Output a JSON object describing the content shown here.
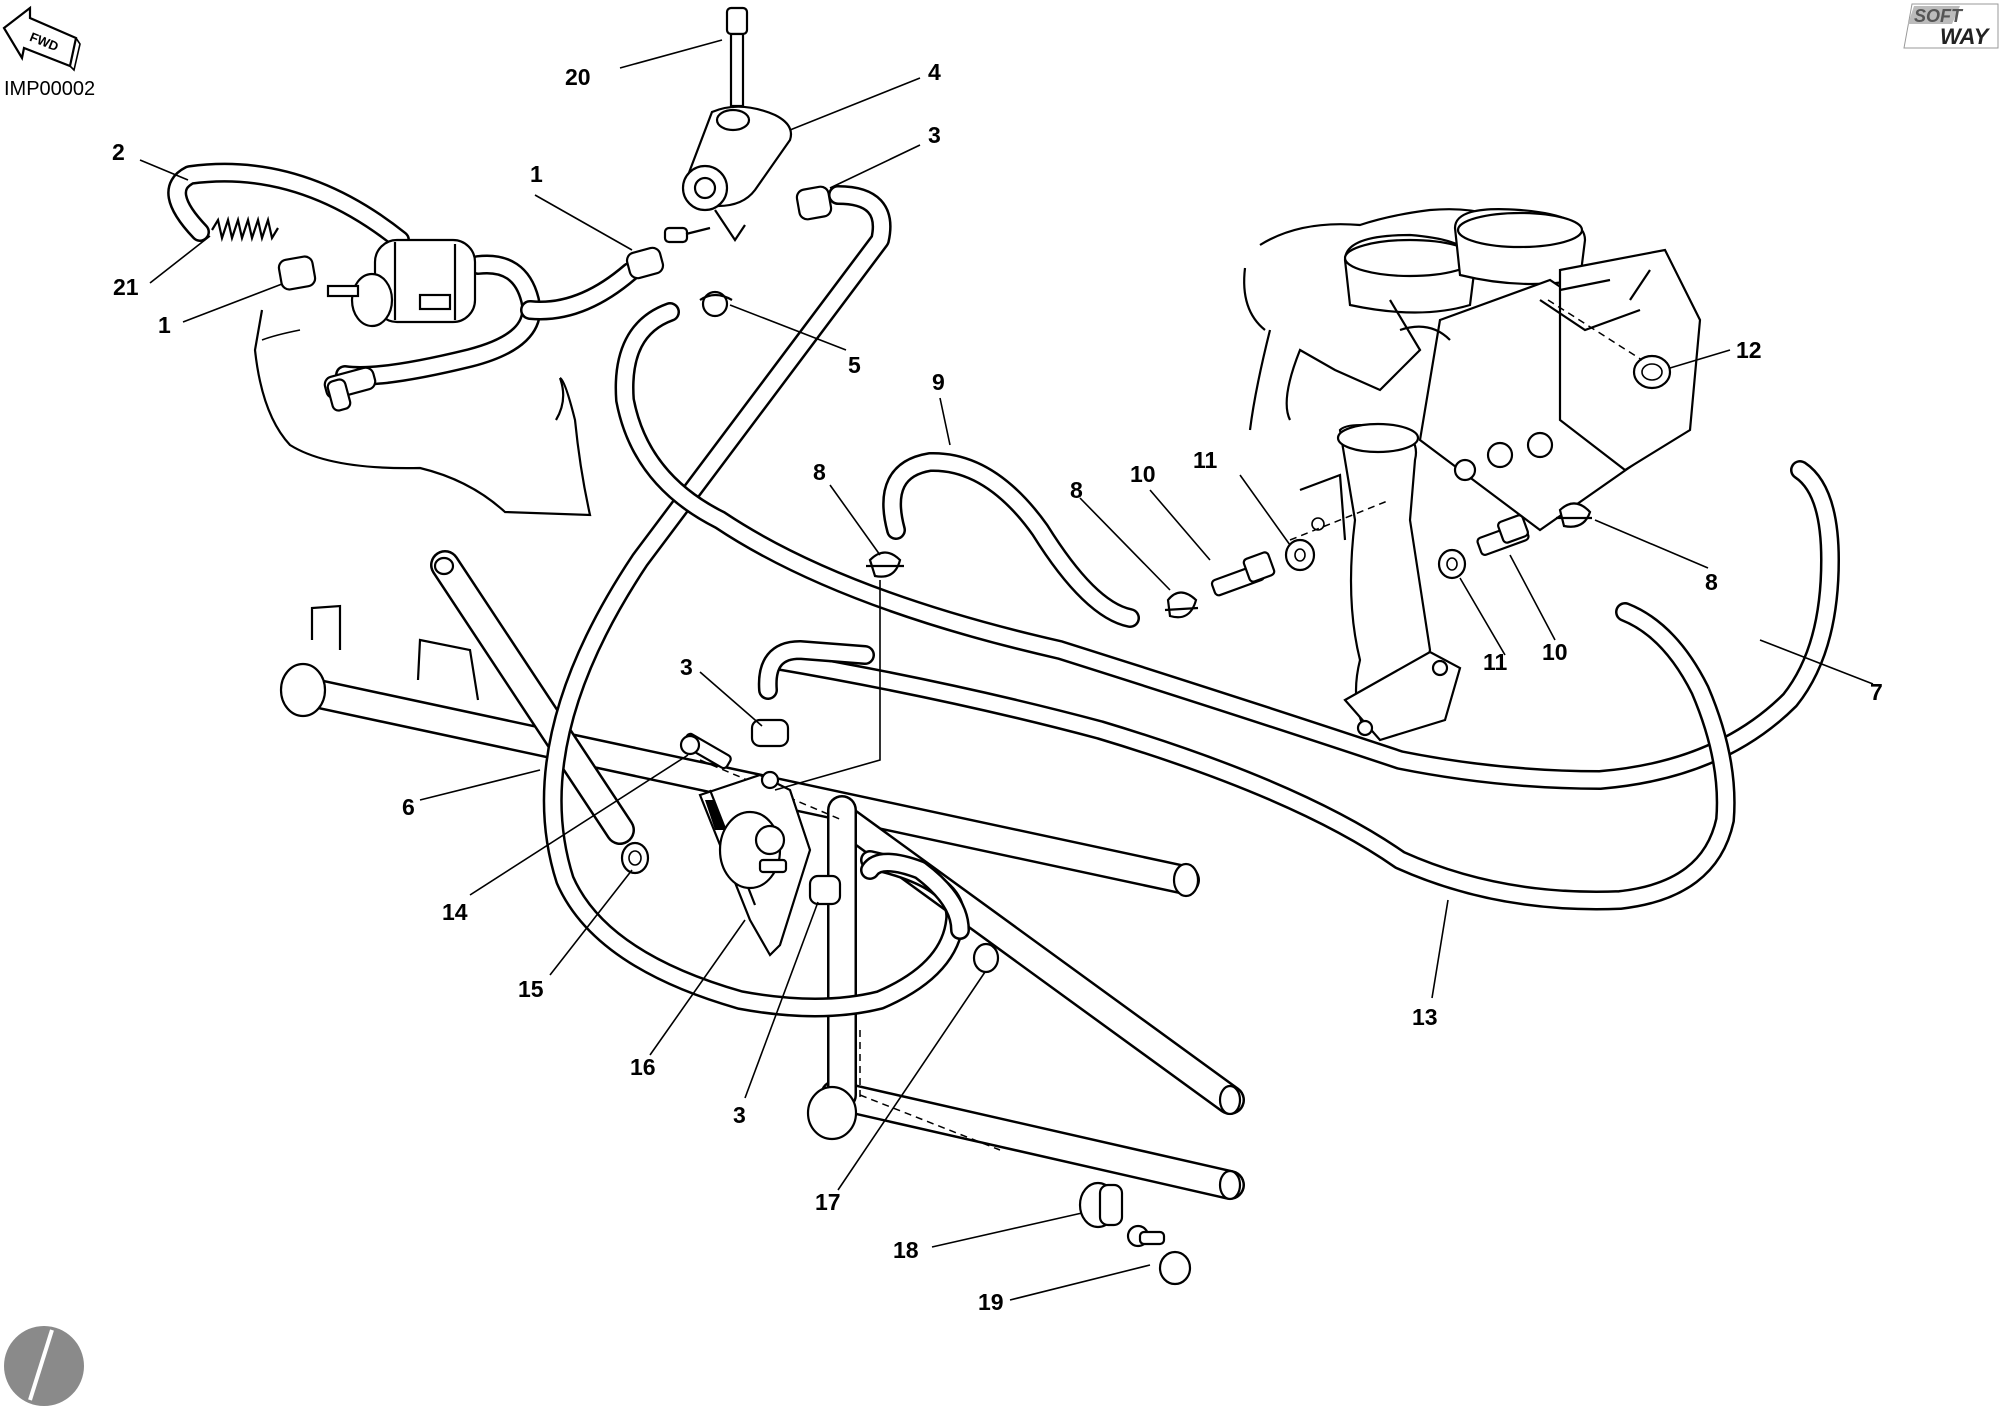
{
  "figure": {
    "reference_code": "IMP00002",
    "forward_arrow_text": "FWD",
    "brand_logo": {
      "line1": "SOFT",
      "line2": "WAY"
    }
  },
  "part_labels": {
    "p1a": "1",
    "p1b": "1",
    "p2": "2",
    "p3a": "3",
    "p3b": "3",
    "p3c": "3",
    "p4": "4",
    "p5": "5",
    "p6": "6",
    "p7": "7",
    "p8a": "8",
    "p8b": "8",
    "p8c": "8",
    "p9": "9",
    "p10a": "10",
    "p10b": "10",
    "p11a": "11",
    "p11b": "11",
    "p12": "12",
    "p13": "13",
    "p14": "14",
    "p15": "15",
    "p16": "16",
    "p17": "17",
    "p18": "18",
    "p19": "19",
    "p20": "20",
    "p21": "21"
  },
  "colors": {
    "ink": "#000000",
    "paper": "#ffffff",
    "stamp": "#8a8a8a"
  }
}
